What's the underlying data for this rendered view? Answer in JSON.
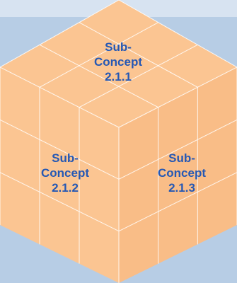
{
  "colors": {
    "background": "#b7cde5",
    "top_band": "#d7e3f1",
    "cube_fill": "#fbc592",
    "cube_fill_side": "#f9bd87",
    "grid_line": "#ffffff",
    "label_text": "#2558b4"
  },
  "labels": {
    "top": [
      "Sub-",
      "Concept",
      "2.1.1"
    ],
    "left": [
      "Sub-",
      "Concept",
      "2.1.2"
    ],
    "right": [
      "Sub-",
      "Concept",
      "2.1.3"
    ]
  }
}
